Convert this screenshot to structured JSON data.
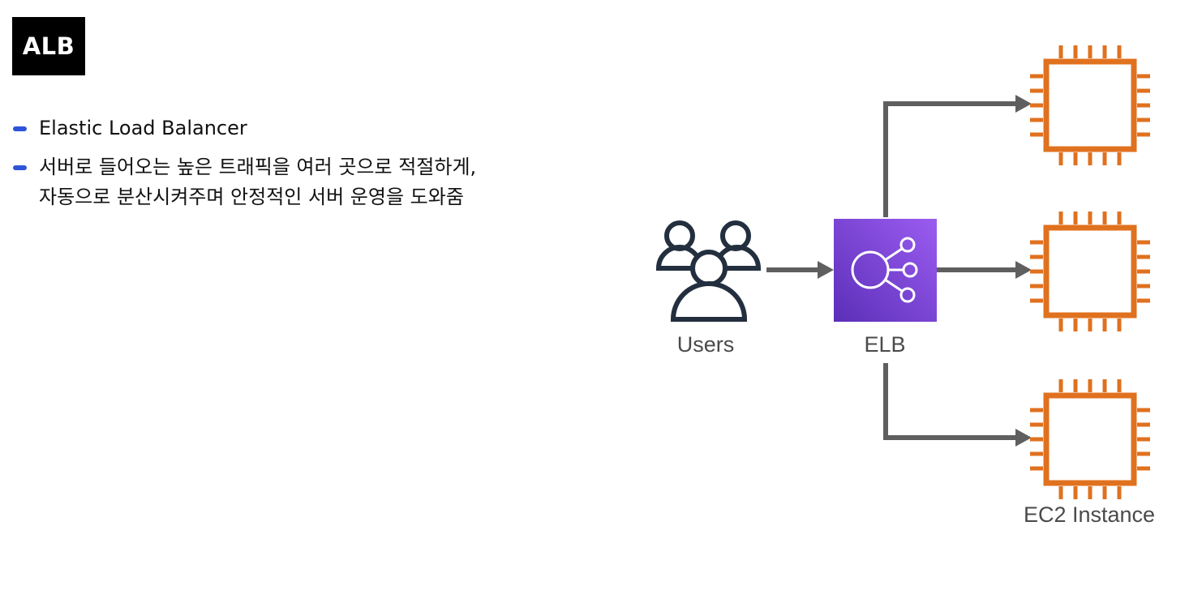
{
  "title": "ALB",
  "bullets": [
    {
      "lines": [
        "Elastic Load Balancer"
      ]
    },
    {
      "lines": [
        "서버로 들어오는 높은 트래픽을 여러 곳으로 적절하게,",
        "자동으로 분산시켜주며 안정적인 서버 운영을 도와줌"
      ]
    }
  ],
  "diagram": {
    "users_label": "Users",
    "elb_label": "ELB",
    "ec2_label": "EC2 Instance",
    "colors": {
      "accent_bullet": "#2d55d8",
      "arrow": "#5f5f5f",
      "ec2": "#e0711f",
      "elb_gradient_start": "#9b5cf0",
      "elb_gradient_end": "#5b2fb8",
      "users": "#232f3e",
      "label": "#4a4a4a"
    }
  }
}
